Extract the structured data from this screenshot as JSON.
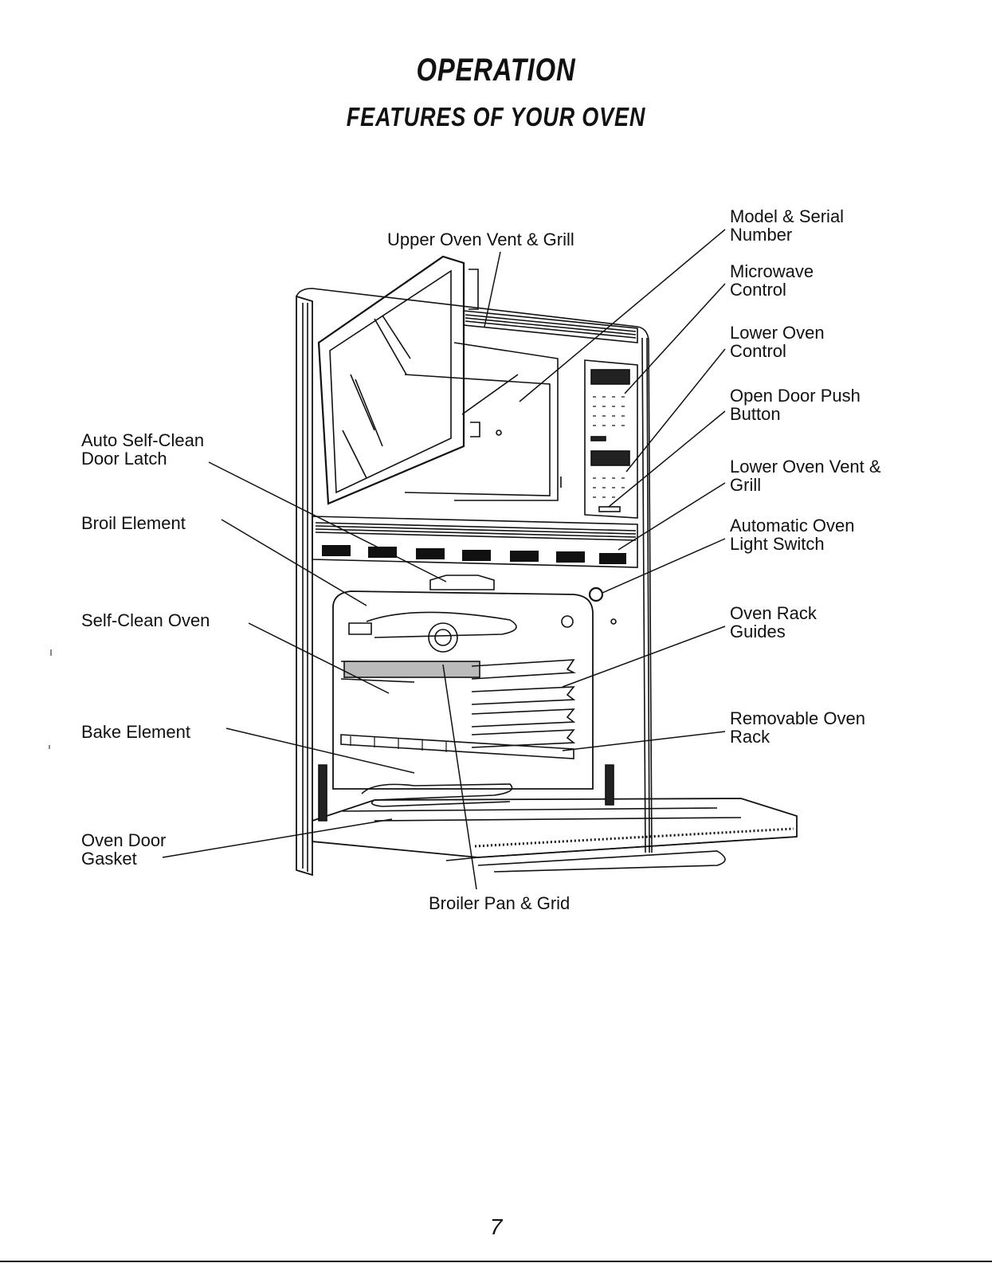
{
  "header": {
    "title": "OPERATION",
    "subtitle": "FEATURES OF YOUR OVEN"
  },
  "labels": {
    "upper_vent": "Upper Oven Vent & Grill",
    "model_serial": [
      "Model & Serial",
      "Number"
    ],
    "microwave_control": [
      "Microwave",
      "Control"
    ],
    "lower_oven_control": [
      "Lower Oven",
      "Control"
    ],
    "open_door_push": [
      "Open Door Push",
      "Button"
    ],
    "lower_vent": [
      "Lower Oven Vent &",
      "Grill"
    ],
    "light_switch": [
      "Automatic Oven",
      "Light Switch"
    ],
    "rack_guides": [
      "Oven Rack",
      "Guides"
    ],
    "removable_rack": [
      "Removable Oven",
      "Rack"
    ],
    "door_latch": [
      "Auto Self-Clean",
      "Door Latch"
    ],
    "broil_element": "Broil Element",
    "self_clean_oven": "Self-Clean Oven",
    "bake_element": "Bake Element",
    "door_gasket": [
      "Oven Door",
      "Gasket"
    ],
    "broiler_pan": "Broiler Pan & Grid"
  },
  "footer": {
    "page_number": "7"
  }
}
